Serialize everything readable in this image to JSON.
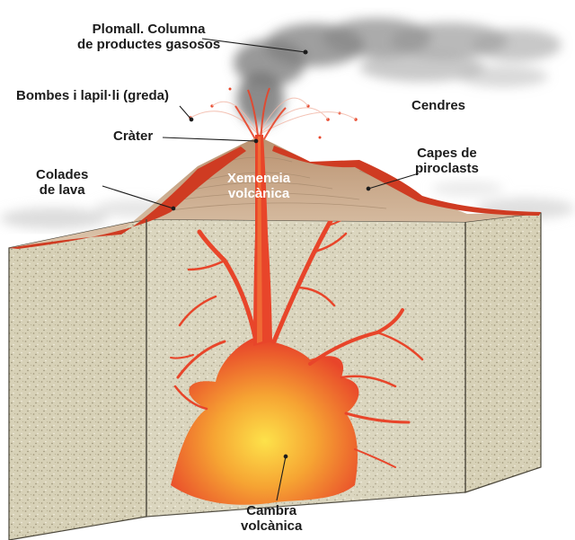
{
  "labels": {
    "plume": {
      "line1": "Plomall. Columna",
      "line2": "de productes gasosos"
    },
    "bombs": "Bombes i lapil·li (greda)",
    "ash": "Cendres",
    "crater": "Cràter",
    "pyroclast_layers": {
      "line1": "Capes de",
      "line2": "piroclasts"
    },
    "lava_flows": {
      "line1": "Colades",
      "line2": "de lava"
    },
    "chimney": {
      "line1": "Xemeneia",
      "line2": "volcànica"
    },
    "chamber": {
      "line1": "Cambra",
      "line2": "volcànica"
    }
  },
  "colors": {
    "magma": "#e8452a",
    "magma_core": "#fde24a",
    "rock": "#d8d2b8",
    "cone": "#c8ab8e",
    "smoke": "#7a7a7a"
  }
}
